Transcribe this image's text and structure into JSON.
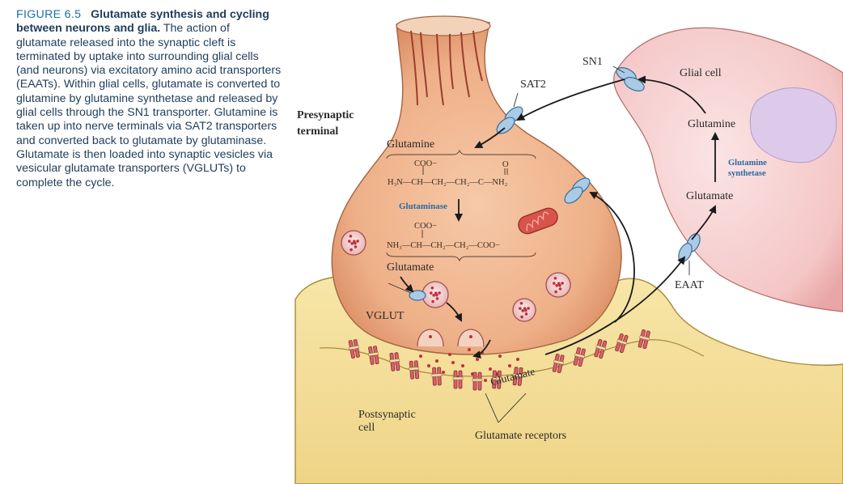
{
  "caption": {
    "figure_label": "FIGURE 6.5",
    "title": "Glutamate synthesis and cycling between neurons and glia.",
    "body": "The action of glutamate released into the synaptic cleft is terminated by uptake into surrounding glial cells (and neurons) via excitatory amino acid transporters (EAATs). Within glial cells, glutamate is converted to glutamine by glutamine synthetase and released by glial cells through the SN1 transporter. Glutamine is taken up into nerve terminals via SAT2 transporters and converted back to glutamate by glutaminase. Glutamate is then loaded into synaptic vesicles via vesicular glutamate transporters (VGLUTs) to complete the cycle."
  },
  "labels": {
    "presynaptic_1": "Presynaptic",
    "presynaptic_2": "terminal",
    "sn1": "SN1",
    "sat2": "SAT2",
    "glial_cell": "Glial cell",
    "glutamine_glia": "Glutamine",
    "glutamine_synthetase_1": "Glutamine",
    "glutamine_synthetase_2": "synthetase",
    "glutamate_glia": "Glutamate",
    "eaat": "EAAT",
    "glutamine_neuron": "Glutamine",
    "glutaminase": "Glutaminase",
    "glutamate_neuron": "Glutamate",
    "vglut": "VGLUT",
    "glutamate_cleft": "Glutamate",
    "postsynaptic_1": "Postsynaptic",
    "postsynaptic_2": "cell",
    "glutamate_receptors": "Glutamate receptors"
  },
  "chemistry": {
    "glutamine_coo": "COO−",
    "glutamine_o": "O",
    "glutamine_chain": "H₃N—CH—CH₂—CH₂—C—NH₂",
    "glutamate_coo": "COO−",
    "glutamate_chain": "NH₃—CH—CH₂—CH₂—COO−"
  }
}
